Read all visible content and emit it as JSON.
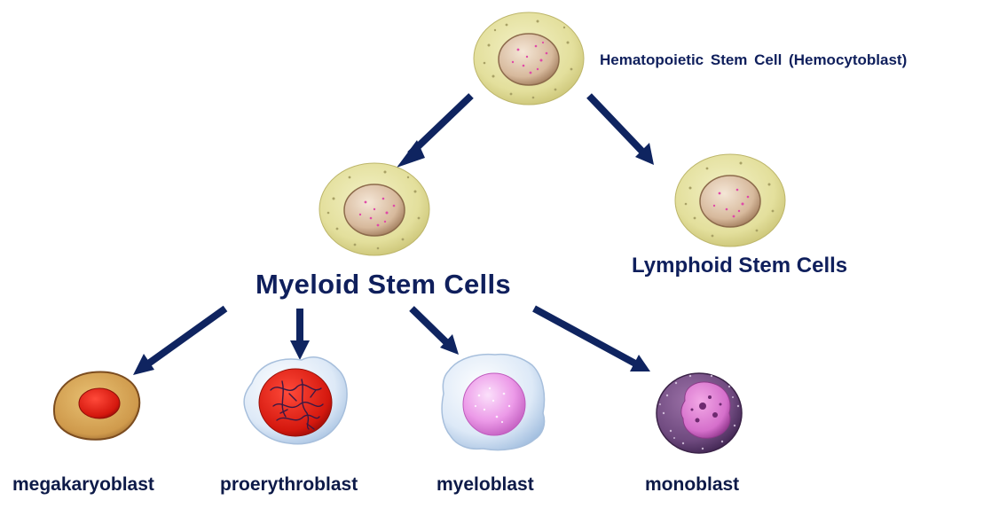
{
  "diagram": {
    "colors": {
      "arrow": "#0f2460",
      "stem_cytoplasm": "#e4e0a0",
      "stem_nucleus": "#d8bba0",
      "granule": "#e04aa8"
    },
    "labels": {
      "hematopoietic": "Hematopoietic  Stem Cell (Hemocytoblast)",
      "myeloid": "Myeloid Stem Cells",
      "lymphoid": "Lymphoid Stem Cells",
      "megakaryoblast": "megakaryoblast",
      "proerythroblast": "proerythroblast",
      "myeloblast": "myeloblast",
      "monoblast": "monoblast"
    }
  }
}
